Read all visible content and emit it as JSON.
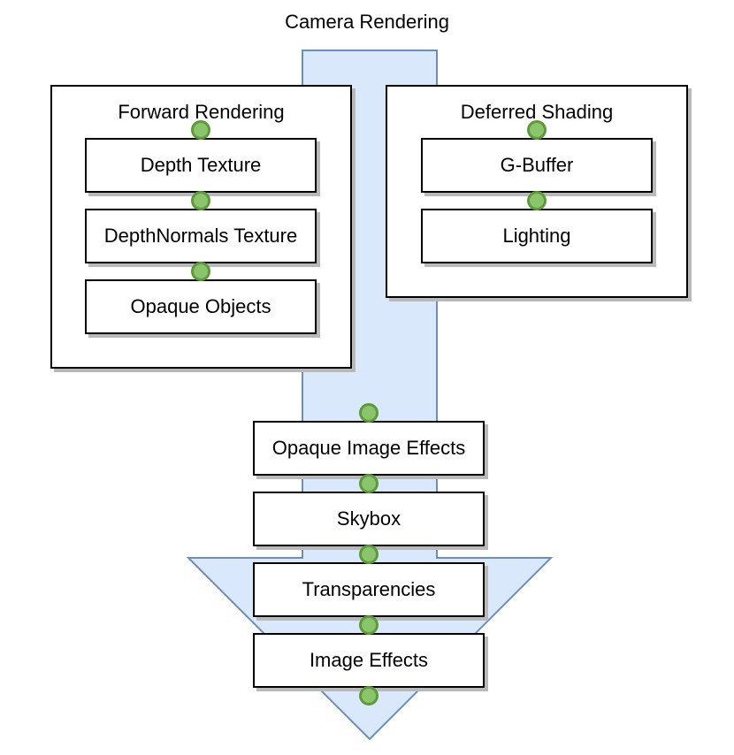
{
  "diagram": {
    "title": "Camera Rendering",
    "forward": {
      "label": "Forward Rendering",
      "steps": [
        "Depth Texture",
        "DepthNormals Texture",
        "Opaque Objects"
      ]
    },
    "deferred": {
      "label": "Deferred Shading",
      "steps": [
        "G-Buffer",
        "Lighting"
      ]
    },
    "pipeline": {
      "steps": [
        "Opaque Image Effects",
        "Skybox",
        "Transparencies",
        "Image Effects"
      ]
    },
    "colors": {
      "arrow_fill": "#dae8fc",
      "arrow_stroke": "#6c8ebf",
      "dot_fill": "#8bc46a",
      "dot_stroke": "#5c9a3c"
    }
  }
}
